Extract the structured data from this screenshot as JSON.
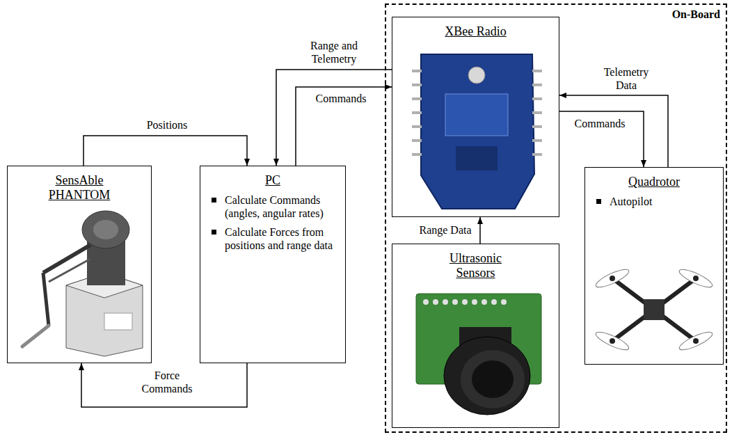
{
  "diagram": {
    "nodes": [
      {
        "text": [
          "SensAble PHANTOM"
        ]
      },
      {
        "text": [
          "PC",
          "Calculate Commands (angles, angular rates)",
          "Calculate Forces from positions and range data"
        ]
      },
      {
        "text": [
          "On-Board"
        ]
      },
      {
        "text": [
          "XBee Radio"
        ],
        "in": 2
      },
      {
        "text": [
          "Quadrotor",
          "Autopilot"
        ],
        "in": 2
      },
      {
        "text": [
          "Ultrasonic Sensors"
        ],
        "in": 2
      }
    ],
    "edges": [
      {
        "from": 0,
        "to": 1,
        "label": "Positions",
        "arrow": "to"
      },
      {
        "from": 1,
        "to": 0,
        "label": "Force Commands",
        "arrow": "to"
      },
      {
        "from": 1,
        "to": 3,
        "label": "Commands",
        "arrow": "to"
      },
      {
        "from": 3,
        "to": 1,
        "label": "Range and Telemetry",
        "arrow": "to"
      },
      {
        "from": 3,
        "to": 4,
        "label": "Commands",
        "arrow": "to"
      },
      {
        "from": 4,
        "to": 3,
        "label": "Telemetry Data",
        "arrow": "to"
      },
      {
        "from": 5,
        "to": 3,
        "label": "Range Data",
        "arrow": "to"
      }
    ]
  }
}
